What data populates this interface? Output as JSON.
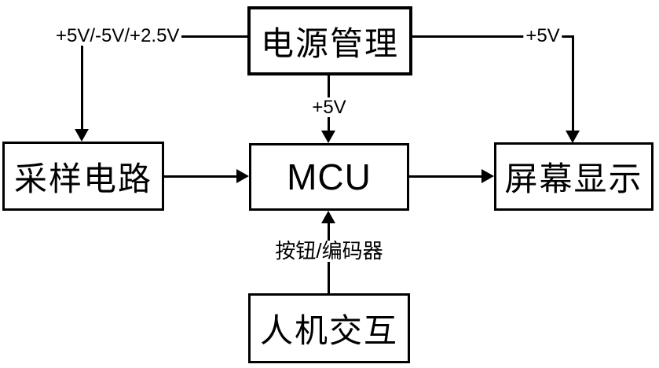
{
  "diagram": {
    "colors": {
      "background": "#ffffff",
      "line": "#000000",
      "text": "#000000"
    },
    "nodes": [
      {
        "id": "power",
        "label": "电源管理"
      },
      {
        "id": "sampling",
        "label": "采样电路"
      },
      {
        "id": "mcu",
        "label": "MCU"
      },
      {
        "id": "display",
        "label": "屏幕显示"
      },
      {
        "id": "hmi",
        "label": "人机交互"
      }
    ],
    "edges": [
      {
        "from": "power",
        "to": "sampling",
        "label": "+5V/-5V/+2.5V",
        "arrow": "down"
      },
      {
        "from": "power",
        "to": "mcu",
        "label": "+5V",
        "arrow": "down"
      },
      {
        "from": "power",
        "to": "display",
        "label": "+5V",
        "arrow": "down"
      },
      {
        "from": "sampling",
        "to": "mcu",
        "label": "",
        "arrow": "right"
      },
      {
        "from": "mcu",
        "to": "display",
        "label": "",
        "arrow": "right"
      },
      {
        "from": "hmi",
        "to": "mcu",
        "label": "按钮/编码器",
        "arrow": "up"
      }
    ]
  }
}
